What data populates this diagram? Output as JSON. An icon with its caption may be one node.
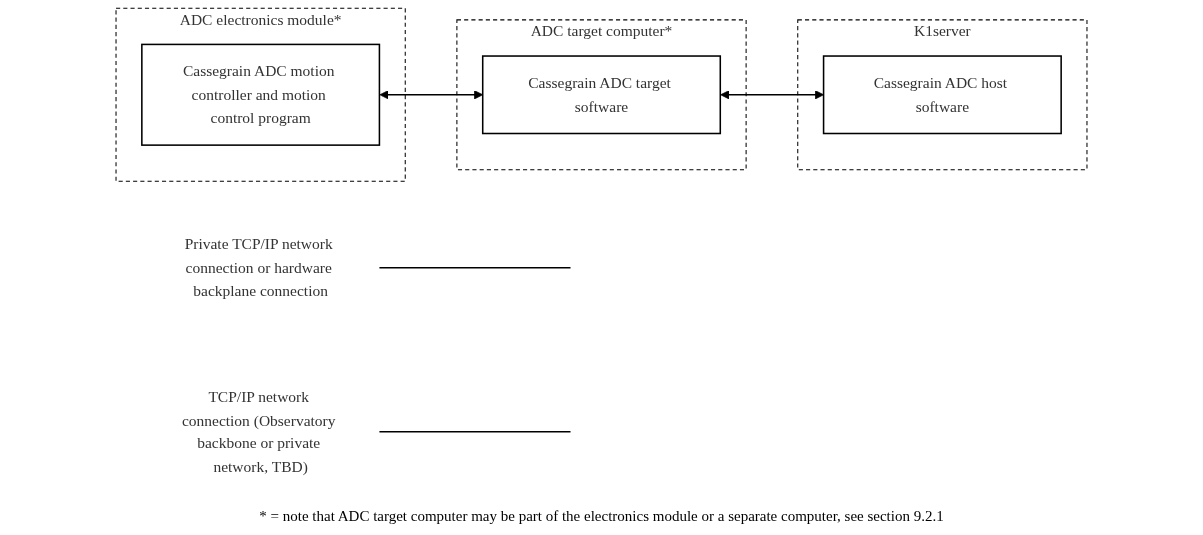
{
  "diagram": {
    "nodes": [
      {
        "text": [
          "ADC electronics module*"
        ]
      },
      {
        "text": [
          "Cassegrain ADC motion controller and motion control program"
        ],
        "in": 0
      },
      {
        "text": [
          "ADC target computer*"
        ]
      },
      {
        "text": [
          "Cassegrain ADC target software"
        ],
        "in": 2
      },
      {
        "text": [
          "K1server"
        ]
      },
      {
        "text": [
          "Cassegrain ADC host software"
        ],
        "in": 4
      },
      {
        "text": [
          "Private TCP/IP network connection or hardware backplane connection"
        ]
      },
      {
        "text": [
          "TCP/IP network connection (Observatory backbone or private network, TBD)"
        ]
      }
    ],
    "edges": [
      {
        "from": 1,
        "to": 3,
        "arrow": "both"
      },
      {
        "from": 3,
        "to": 5,
        "arrow": "both"
      },
      {
        "from": 6,
        "to": null,
        "arrow": "none"
      },
      {
        "from": 7,
        "to": null,
        "arrow": "none"
      }
    ],
    "labels": [
      "* = note that ADC target computer may be part of the electronics module or a separate computer, see section 9.2.1"
    ]
  }
}
